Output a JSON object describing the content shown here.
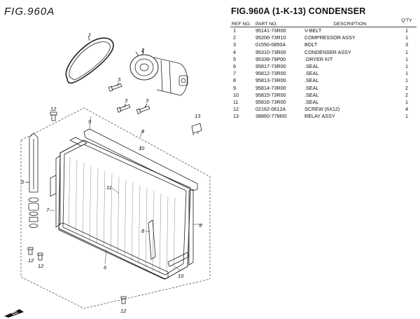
{
  "figure_label": "FIG.960A",
  "parts_list": {
    "title": "FIG.960A (1-K-13) CONDENSER",
    "headers": {
      "ref": "REF NO.",
      "part": "PART NO.",
      "desc": "DESCRIPTION",
      "qty": "Q'TY"
    },
    "rows": [
      {
        "ref": "1",
        "part": "95141-73R00",
        "desc": "V-BELT",
        "qty": "1"
      },
      {
        "ref": "2",
        "part": "95200-73R10",
        "desc": "COMPRESSOR ASSY",
        "qty": "1"
      },
      {
        "ref": "3",
        "part": "01550-0850A",
        "desc": "BOLT",
        "qty": "3"
      },
      {
        "ref": "4",
        "part": "95310-73R00",
        "desc": "CONDENSER ASSY",
        "qty": "1"
      },
      {
        "ref": "5",
        "part": "95339-79P00",
        "desc": ".DRYER KIT",
        "qty": "1"
      },
      {
        "ref": "6",
        "part": "95817-73R00",
        "desc": ".SEAL",
        "qty": "1"
      },
      {
        "ref": "7",
        "part": "95812-73R00",
        "desc": ".SEAL",
        "qty": "1"
      },
      {
        "ref": "8",
        "part": "95813-73R00",
        "desc": ".SEAL",
        "qty": "1"
      },
      {
        "ref": "9",
        "part": "95814-73R00",
        "desc": ".SEAL",
        "qty": "2"
      },
      {
        "ref": "10",
        "part": "95815-73R00",
        "desc": ".SEAL",
        "qty": "2"
      },
      {
        "ref": "11",
        "part": "95816-73R00",
        "desc": ".SEAL",
        "qty": "1"
      },
      {
        "ref": "12",
        "part": "02162-0612A",
        "desc": "SCREW (6X12)",
        "qty": "4"
      },
      {
        "ref": "13",
        "part": "38860-77M00",
        "desc": "RELAY ASSY",
        "qty": "1"
      }
    ]
  },
  "diagram": {
    "callouts": {
      "c1": "1",
      "c2": "2",
      "c3a": "3",
      "c3b": "3",
      "c3c": "3",
      "c12a": "12",
      "c12b": "12",
      "c12c": "12",
      "c12d": "12",
      "c13": "13",
      "c4": "4",
      "c9a": "9",
      "c9b": "9",
      "c10a": "10",
      "c10b": "10",
      "c11": "11",
      "c5": "5",
      "c7": "7",
      "c8": "8",
      "c6": "6"
    }
  }
}
